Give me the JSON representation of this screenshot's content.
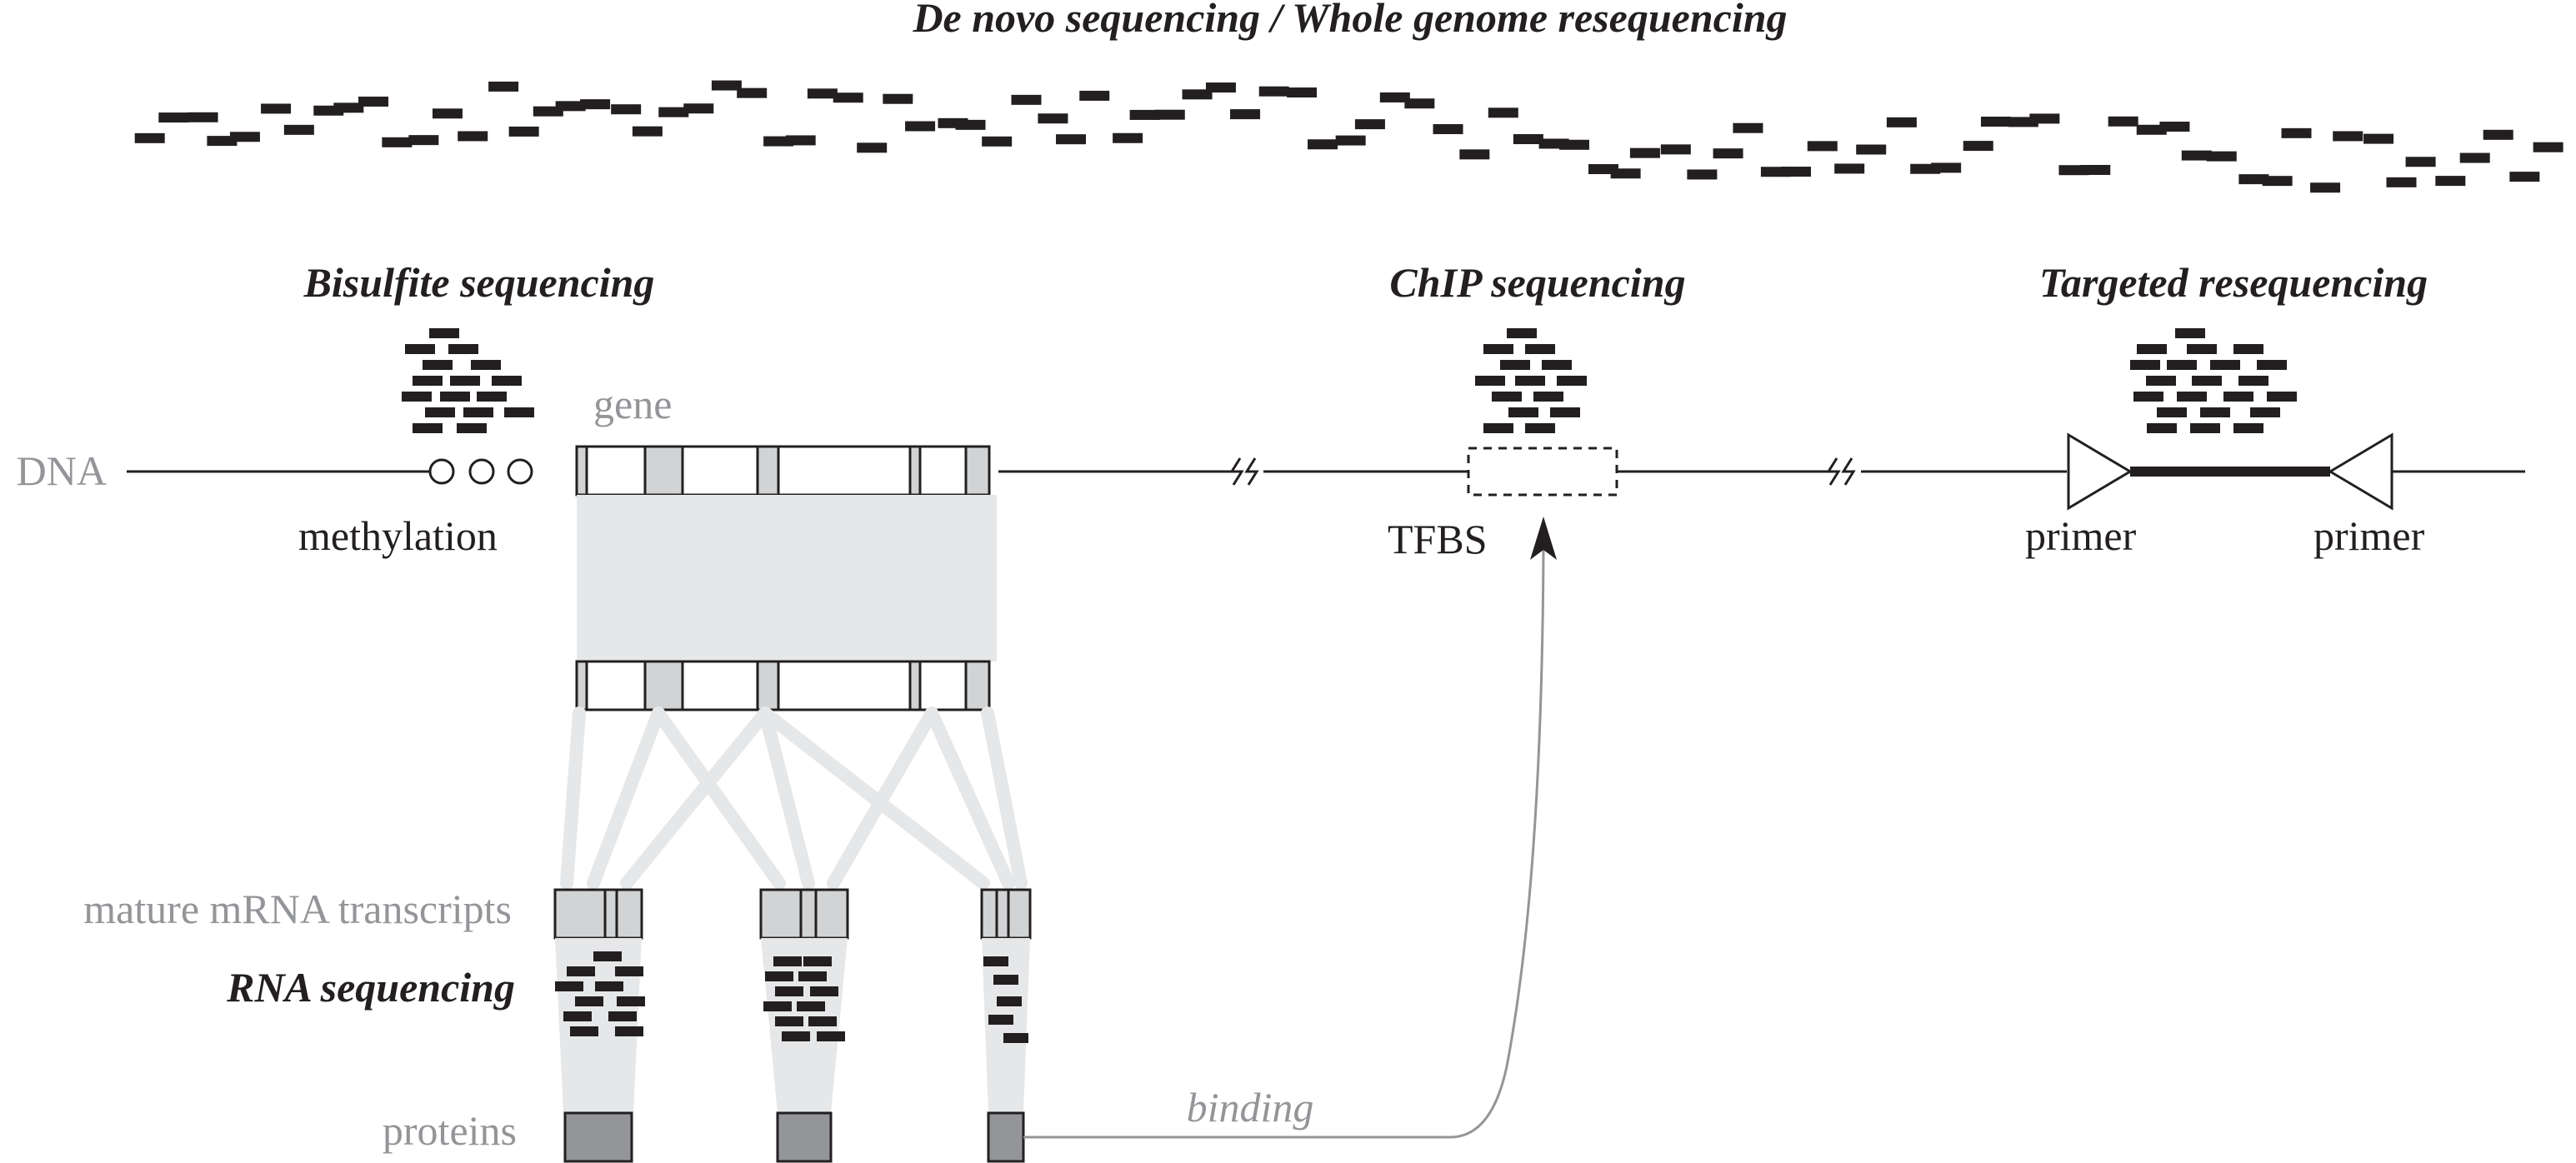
{
  "headings": {
    "wgs": "De novo sequencing / Whole genome resequencing",
    "bisulfite": "Bisulfite sequencing",
    "chip": "ChIP sequencing",
    "targeted": "Targeted resequencing",
    "rna": "RNA sequencing"
  },
  "labels": {
    "dna": "DNA",
    "gene": "gene",
    "methylation": "methylation",
    "tfbs": "TFBS",
    "primer_left": "primer",
    "primer_right": "primer",
    "mature_mrna": "mature mRNA transcripts",
    "proteins": "proteins",
    "binding": "binding"
  },
  "colors": {
    "ink": "#231f20",
    "gray_label": "#939598",
    "exon_fill": "#d1d3d4",
    "intron_fill": "#ffffff",
    "shade": "#e6e7e8",
    "splice_lines": "#e6e7e8",
    "protein_fill": "#939598",
    "binding_line": "#939598"
  }
}
